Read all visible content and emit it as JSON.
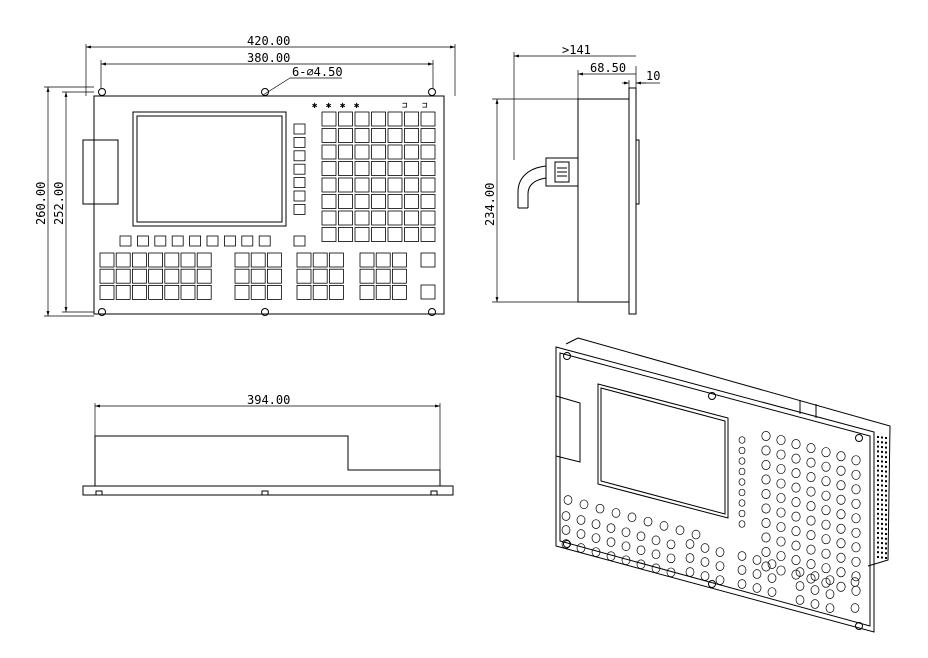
{
  "front_view": {
    "overall_width": "420.00",
    "hole_spacing_width": "380.00",
    "hole_callout": "6-⌀4.50",
    "overall_height": "260.00",
    "hole_spacing_height": "252.00"
  },
  "side_view": {
    "total_depth": ">141",
    "body_depth": "68.50",
    "panel_thickness": "10",
    "body_height": "234.00"
  },
  "top_view": {
    "body_width": "394.00"
  }
}
